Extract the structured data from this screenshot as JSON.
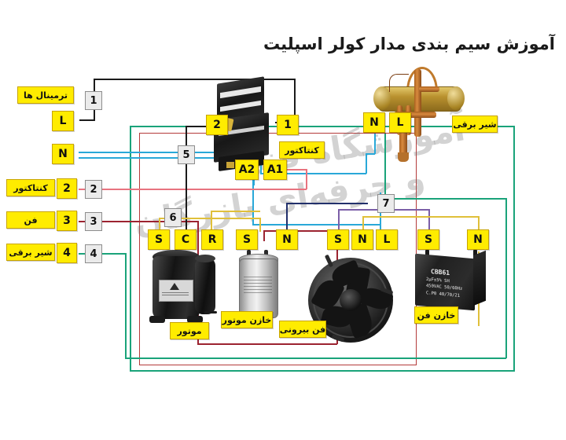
{
  "page": {
    "title": "آموزش سیم بندی مدار کولر اسپلیت",
    "watermark_line1": "آموزشگاه فنی",
    "watermark_line2": "و حرفه‌ای بازرگان",
    "background": "#ffffff"
  },
  "colors": {
    "label_yellow": "#ffec00",
    "label_border": "#c8a400",
    "numbox_grey": "#ebebeb",
    "wire_black": "#1b1b1b",
    "wire_cyan": "#29a8d8",
    "wire_pink": "#e8737f",
    "wire_darkred": "#9c2330",
    "wire_teal": "#1aa37a",
    "wire_yellow": "#e0c03a",
    "wire_purple": "#7b5ea7",
    "wire_navy": "#22306b",
    "frame_teal": "#1aa37a",
    "frame_red": "#b43a3a"
  },
  "terminal_strip": {
    "caption": "ترمینال ها",
    "rows": [
      {
        "name": "L",
        "note": "",
        "numbox": "1"
      },
      {
        "name": "N",
        "note": "",
        "numbox": ""
      },
      {
        "name": "2",
        "note": "کنتاکتور",
        "numbox": "2"
      },
      {
        "name": "3",
        "note": "فن",
        "numbox": "3"
      },
      {
        "name": "4",
        "note": "شیر برقی",
        "numbox": "4"
      }
    ]
  },
  "contactor": {
    "caption": "کنتاکتور",
    "terminals": [
      "1",
      "2",
      "A1",
      "A2"
    ],
    "numbox": "5"
  },
  "solenoid_valve": {
    "caption": "شیر برقی",
    "terminals": [
      "N",
      "L"
    ],
    "numbox": "7"
  },
  "compressor": {
    "caption": "موتور",
    "terminals": [
      "S",
      "C",
      "R"
    ],
    "numbox": "6"
  },
  "motor_capacitor": {
    "caption": "خازن موتور",
    "terminals": [
      "S",
      "N"
    ]
  },
  "outdoor_fan": {
    "caption": "فن بیرونی",
    "terminals": [
      "S",
      "N",
      "L"
    ]
  },
  "fan_capacitor": {
    "caption": "خازن فن",
    "terminals": [
      "S",
      "N"
    ],
    "print_model": "CBB61",
    "print_spec1": "2μF±5%   SH",
    "print_spec2": "450VAC 50/60Hz",
    "print_spec3": "40/70/21        C.P0"
  },
  "number_boxes": [
    "1",
    "2",
    "3",
    "4",
    "5",
    "6",
    "7"
  ]
}
